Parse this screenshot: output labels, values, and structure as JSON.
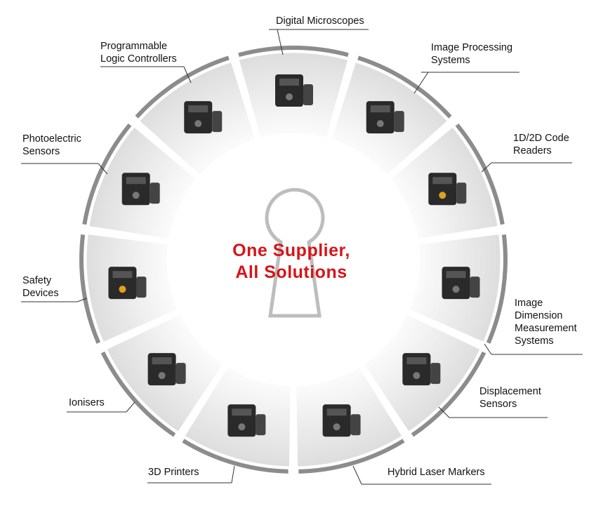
{
  "center": {
    "line1": "One Supplier,",
    "line2": "All Solutions"
  },
  "colors": {
    "accent": "#d7141a",
    "rim": "#8c8c8c",
    "wedge": "#e6e6e6"
  },
  "segments": [
    {
      "label_lines": [
        "Digital Microscopes"
      ],
      "icon": "microscope-icon"
    },
    {
      "label_lines": [
        "Image Processing",
        "Systems"
      ],
      "icon": "camera-controller-icon"
    },
    {
      "label_lines": [
        "1D/2D Code",
        "Readers"
      ],
      "icon": "code-reader-icon"
    },
    {
      "label_lines": [
        "Image",
        "Dimension",
        "Measurement",
        "Systems"
      ],
      "icon": "measurement-system-icon"
    },
    {
      "label_lines": [
        "Displacement",
        "Sensors"
      ],
      "icon": "displacement-sensor-icon"
    },
    {
      "label_lines": [
        "Hybrid Laser Markers"
      ],
      "icon": "laser-marker-icon"
    },
    {
      "label_lines": [
        "3D Printers"
      ],
      "icon": "printer-3d-icon"
    },
    {
      "label_lines": [
        "Ionisers"
      ],
      "icon": "ioniser-icon"
    },
    {
      "label_lines": [
        "Safety",
        "Devices"
      ],
      "icon": "safety-light-curtain-icon"
    },
    {
      "label_lines": [
        "Photoelectric",
        "Sensors"
      ],
      "icon": "photoelectric-sensor-icon"
    },
    {
      "label_lines": [
        "Programmable",
        "Logic Controllers"
      ],
      "icon": "plc-icon"
    }
  ]
}
